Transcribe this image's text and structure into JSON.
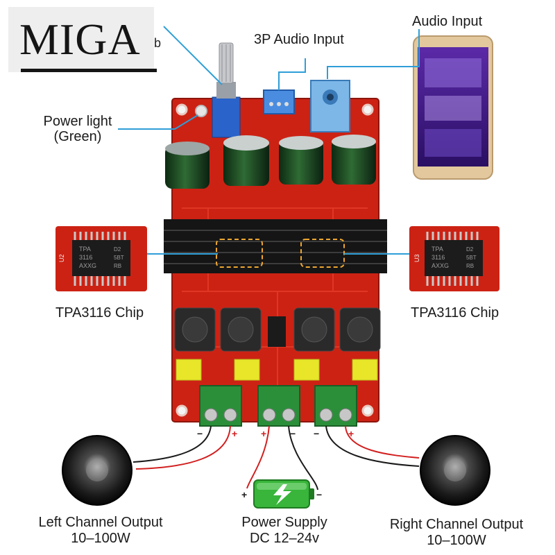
{
  "logo": {
    "text": "MIGA",
    "cut_label": "b"
  },
  "labels": {
    "audio_input_3p": "3P Audio Input",
    "audio_input": "Audio Input",
    "power_light": "Power light",
    "power_light_color": "(Green)",
    "chip_left": "TPA3116 Chip",
    "chip_right": "TPA3116 Chip",
    "left_output": "Left Channel Output",
    "left_output_range": "10–100W",
    "power_supply": "Power Supply",
    "power_supply_range": "DC 12–24v",
    "right_output": "Right Channel Output",
    "right_output_range": "10–100W"
  },
  "chip_marking": {
    "designator_left": "U2",
    "designator_right": "U3",
    "lines": [
      "TPA",
      "3116",
      "AXXG"
    ],
    "side_lines": [
      "D2",
      "5BT",
      "RB"
    ]
  },
  "polarity": {
    "minus": "−",
    "plus": "+"
  },
  "colors": {
    "board": "#cc2214",
    "board_dark": "#9e170c",
    "heatsink": "#151515",
    "terminal": "#2b8f3a",
    "callout": "#2e9ed8",
    "capacitor_yellow": "#e9e62a",
    "battery_green": "#38b53a"
  }
}
